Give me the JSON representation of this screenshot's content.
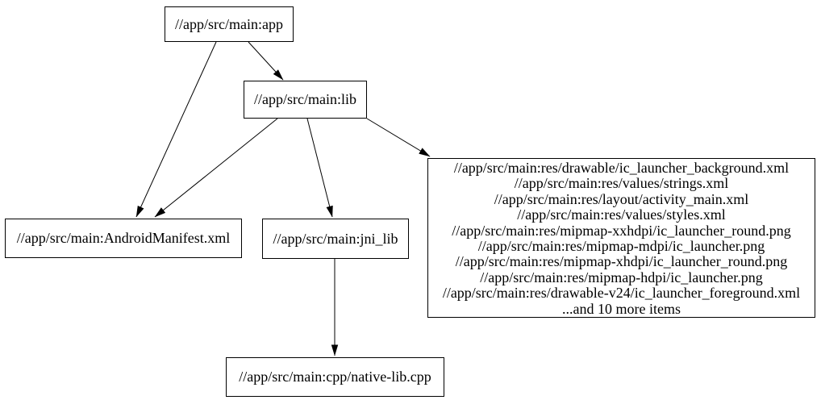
{
  "diagram": {
    "type": "build-dependency-graph",
    "background_color": "#ffffff",
    "node_border_color": "#000000",
    "edge_color": "#000000",
    "text_color": "#000000",
    "nodes": {
      "app": {
        "label": "//app/src/main:app"
      },
      "lib": {
        "label": "//app/src/main:lib"
      },
      "android_manifest": {
        "label": "//app/src/main:AndroidManifest.xml"
      },
      "jni_lib": {
        "label": "//app/src/main:jni_lib"
      },
      "resources_group": {
        "lines": [
          "//app/src/main:res/drawable/ic_launcher_background.xml",
          "//app/src/main:res/values/strings.xml",
          "//app/src/main:res/layout/activity_main.xml",
          "//app/src/main:res/values/styles.xml",
          "//app/src/main:res/mipmap-xxhdpi/ic_launcher_round.png",
          "//app/src/main:res/mipmap-mdpi/ic_launcher.png",
          "//app/src/main:res/mipmap-xhdpi/ic_launcher_round.png",
          "//app/src/main:res/mipmap-hdpi/ic_launcher.png",
          "//app/src/main:res/drawable-v24/ic_launcher_foreground.xml",
          "...and 10 more items"
        ]
      },
      "native_lib_cpp": {
        "label": "//app/src/main:cpp/native-lib.cpp"
      }
    },
    "edges": [
      {
        "from": "//app/src/main:app",
        "to": "//app/src/main:lib"
      },
      {
        "from": "//app/src/main:app",
        "to": "//app/src/main:AndroidManifest.xml"
      },
      {
        "from": "//app/src/main:lib",
        "to": "//app/src/main:AndroidManifest.xml"
      },
      {
        "from": "//app/src/main:lib",
        "to": "//app/src/main:jni_lib"
      },
      {
        "from": "//app/src/main:lib",
        "to": "resources_group"
      },
      {
        "from": "//app/src/main:jni_lib",
        "to": "//app/src/main:cpp/native-lib.cpp"
      }
    ]
  }
}
